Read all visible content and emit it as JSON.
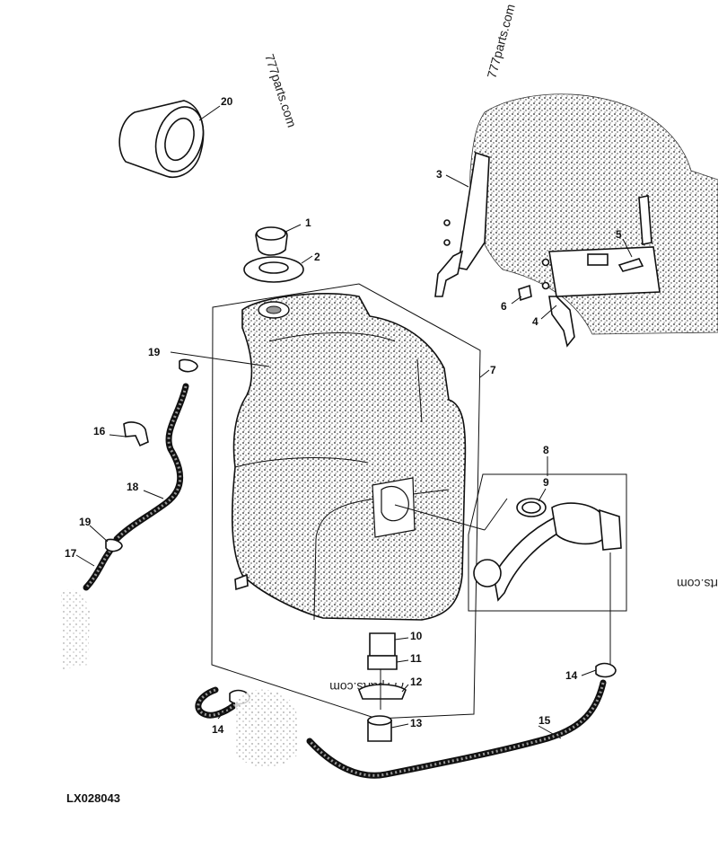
{
  "figure_id": "LX028043",
  "watermarks": [
    "777parts.com",
    "777parts.com",
    "777parts.com",
    "rts.com"
  ],
  "callouts": [
    {
      "id": "c20",
      "label": "20"
    },
    {
      "id": "c1",
      "label": "1"
    },
    {
      "id": "c2",
      "label": "2"
    },
    {
      "id": "c3",
      "label": "3"
    },
    {
      "id": "c5",
      "label": "5"
    },
    {
      "id": "c6",
      "label": "6"
    },
    {
      "id": "c4",
      "label": "4"
    },
    {
      "id": "c19a",
      "label": "19"
    },
    {
      "id": "c7",
      "label": "7"
    },
    {
      "id": "c16",
      "label": "16"
    },
    {
      "id": "c18",
      "label": "18"
    },
    {
      "id": "c8",
      "label": "8"
    },
    {
      "id": "c9",
      "label": "9"
    },
    {
      "id": "c19b",
      "label": "19"
    },
    {
      "id": "c17",
      "label": "17"
    },
    {
      "id": "c10",
      "label": "10"
    },
    {
      "id": "c11",
      "label": "11"
    },
    {
      "id": "c12",
      "label": "12"
    },
    {
      "id": "c14a",
      "label": "14"
    },
    {
      "id": "c14b",
      "label": "14"
    },
    {
      "id": "c13",
      "label": "13"
    },
    {
      "id": "c15",
      "label": "15"
    }
  ]
}
